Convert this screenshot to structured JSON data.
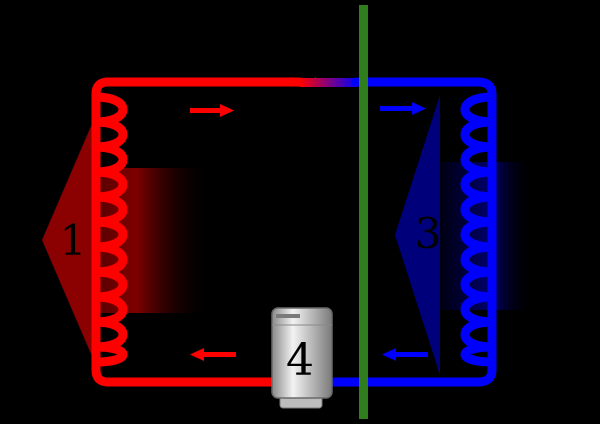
{
  "labels": {
    "condenser": "1",
    "evaporator": "3",
    "compressor": "4"
  },
  "colors": {
    "background": "#000000",
    "hot": "#ff0000",
    "cold": "#0000ff",
    "divider": "#2f7d1d",
    "heat_out": "#8b0000",
    "heat_in": "#00007a",
    "compressor_body": "#c8c8c8"
  },
  "icons": {
    "flow_arrows": "arrow-icon",
    "compressor": "compressor-icon"
  }
}
